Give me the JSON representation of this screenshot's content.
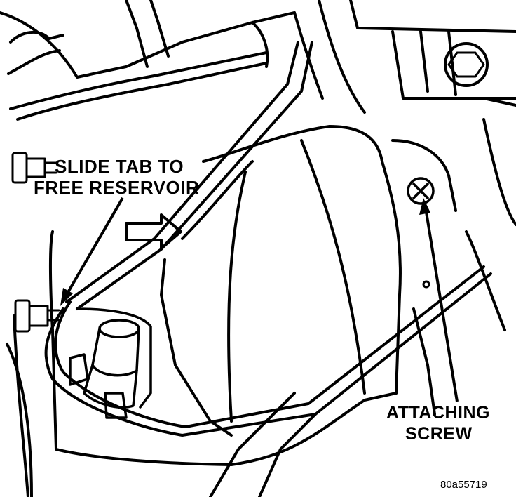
{
  "figure": {
    "callouts": {
      "slide_tab_line1": "SLIDE TAB TO",
      "slide_tab_line2": "FREE RESERVOIR",
      "attaching_line1": "ATTACHING",
      "attaching_line2": "SCREW"
    },
    "figure_id": "80a55719"
  }
}
